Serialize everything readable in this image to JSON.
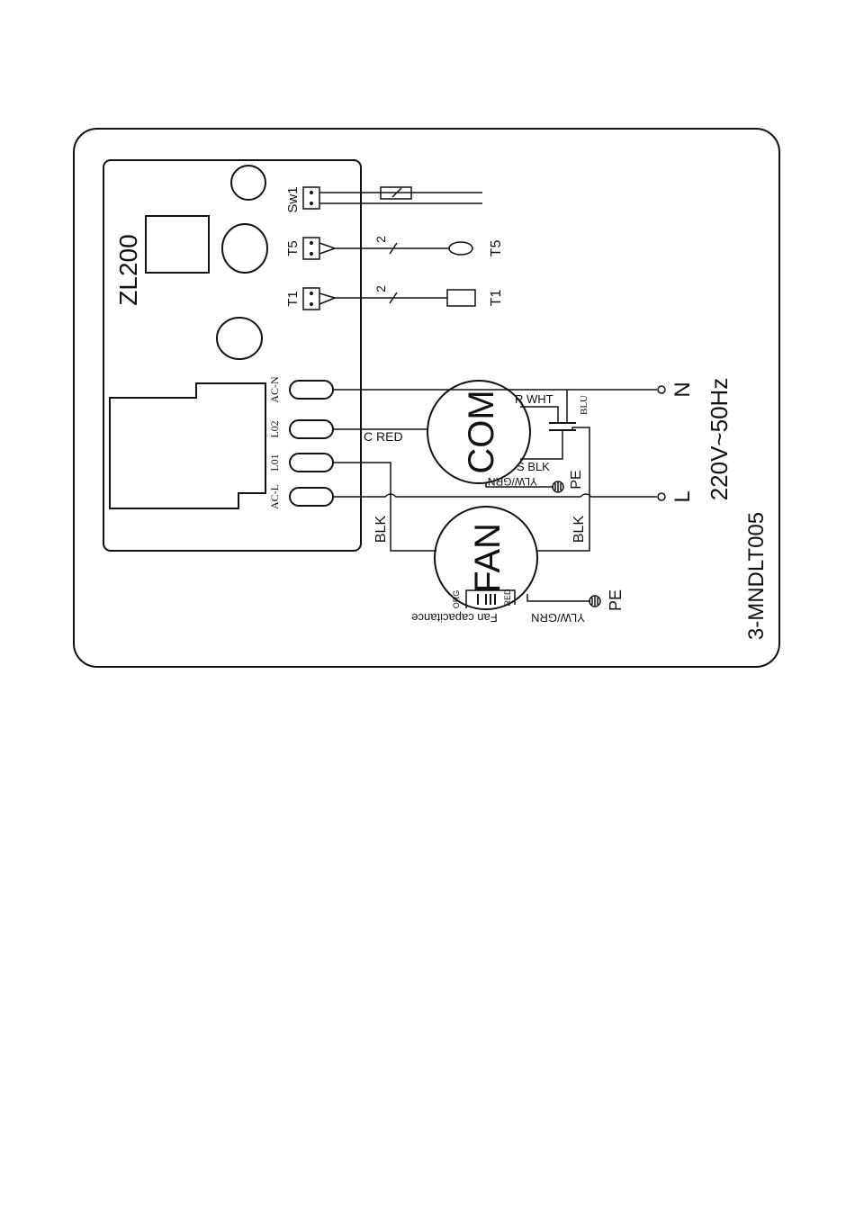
{
  "board": {
    "model": "ZL200",
    "terminals": [
      "AC-N",
      "L02",
      "L01",
      "AC-L"
    ],
    "connectors": [
      "Sw1",
      "T5",
      "T1"
    ]
  },
  "sensors": {
    "t5_label": "T5",
    "t1_label": "T1",
    "t5_wire_count": "2",
    "t1_wire_count": "2"
  },
  "compressor": {
    "label": "COM",
    "c_wire": "C  RED",
    "r_wire": "R  WHT",
    "s_wire": "S  BLK",
    "cap_wire": "BLU",
    "ground_wire": "YLW/GRN",
    "ground": "PE"
  },
  "fan": {
    "label": "FAN",
    "wire_left": "BLK",
    "wire_right": "BLK",
    "cap_wire_a": "ORG",
    "cap_wire_b": "RED",
    "cap_label": "Fan capacitance",
    "ground_wire": "YLW/GRN",
    "ground": "PE"
  },
  "power": {
    "n_label": "N",
    "l_label": "L",
    "supply": "220V~50Hz"
  },
  "drawing_number": "3-MNDLT005",
  "colors": {
    "line": "#111111",
    "background": "#ffffff"
  }
}
